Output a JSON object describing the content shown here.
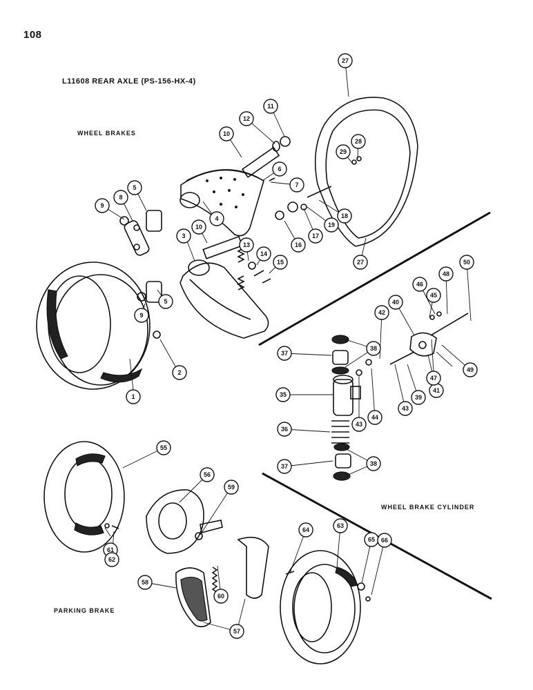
{
  "page_number": "108",
  "title": "L11608 REAR AXLE (PS-156-HX-4)",
  "sections": {
    "wheel_brakes": "WHEEL BRAKES",
    "parking_brake": "PARKING BRAKE",
    "wheel_brake_cylinder": "WHEEL BRAKE CYLINDER"
  },
  "callouts": [
    "1",
    "2",
    "3",
    "4",
    "5",
    "5",
    "6",
    "7",
    "8",
    "9",
    "9",
    "10",
    "10",
    "11",
    "12",
    "13",
    "14",
    "15",
    "16",
    "17",
    "18",
    "19",
    "27",
    "27",
    "28",
    "29",
    "35",
    "36",
    "37",
    "37",
    "38",
    "38",
    "39",
    "40",
    "41",
    "42",
    "43",
    "43",
    "44",
    "45",
    "46",
    "47",
    "48",
    "49",
    "50",
    "55",
    "56",
    "57",
    "58",
    "59",
    "60",
    "61",
    "62",
    "63",
    "64",
    "65",
    "66"
  ]
}
